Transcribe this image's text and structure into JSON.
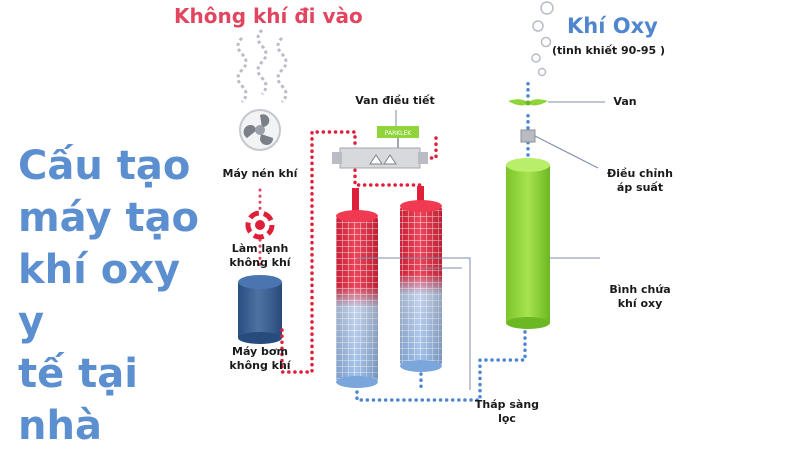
{
  "title": {
    "lines": [
      "Cấu tạo",
      "máy tạo",
      "khí oxy y",
      "tế tại nhà"
    ]
  },
  "air_in": "Không khí đi vào",
  "oxygen": {
    "title": "Khí Oxy",
    "purity": "(tinh khiết 90-95 )"
  },
  "valve_brand": "PARKLEK",
  "labels": {
    "compressor": [
      "Máy nén khí"
    ],
    "cooling": [
      "Làm lạnh",
      "không khí"
    ],
    "air_pump": [
      "Máy bơm",
      "không khí"
    ],
    "control_valve": [
      "Van điều tiết"
    ],
    "sieve_towers": [
      "Tháp sàng",
      "lọc"
    ],
    "valve": [
      "Van"
    ],
    "pressure_regulator": [
      "Điều chỉnh",
      "áp suất"
    ],
    "oxygen_tank": [
      "Bình chứa",
      "khí oxy"
    ]
  },
  "colors": {
    "red": "#e2455f",
    "pipe_red": "#e0203a",
    "pipe_blue": "#4f86cf",
    "green": "#8ed43a",
    "navy": "#2f5a93"
  },
  "icons": [
    "fan-icon",
    "cooling-icon"
  ]
}
